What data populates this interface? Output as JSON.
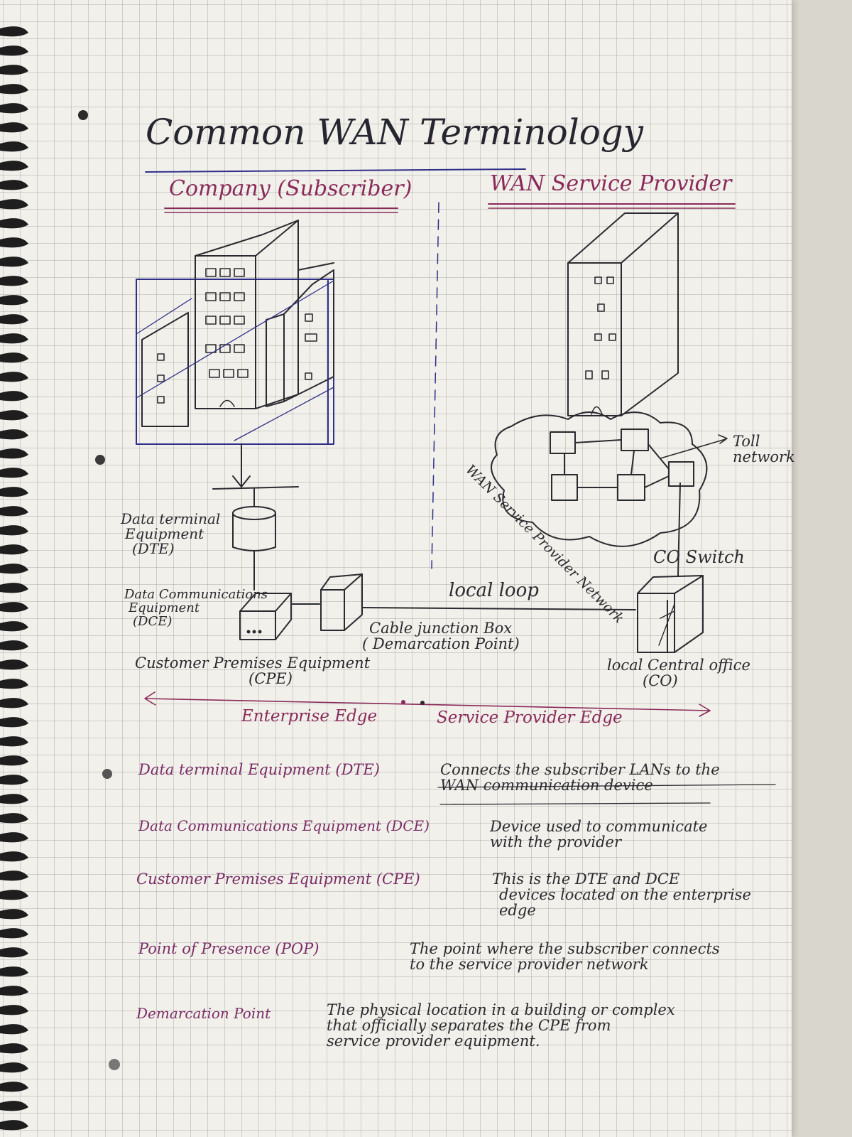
{
  "title": "Common WAN Terminology",
  "columns": {
    "left": "Company (Subscriber)",
    "right": "WAN Service Provider"
  },
  "labels": {
    "dte": [
      "Data terminal",
      "Equipment",
      "(DTE)"
    ],
    "dce": [
      "Data Communications",
      "Equipment",
      "(DCE)"
    ],
    "cpe": [
      "Customer Premises Equipment",
      "(CPE)"
    ],
    "cable_box": [
      "Cable junction Box",
      "( Demarcation Point)"
    ],
    "local_loop": "local loop",
    "co": [
      "local Central office",
      "(CO)"
    ],
    "co_switch": "CO Switch",
    "toll": [
      "Toll",
      "network"
    ],
    "cloud": "WAN Service Provider Network",
    "enterprise_edge": "Enterprise Edge",
    "provider_edge": "Service Provider Edge"
  },
  "definitions": [
    {
      "term": "Data terminal Equipment (DTE)",
      "text": [
        "Connects the subscriber LANs to the",
        "WAN communication device"
      ]
    },
    {
      "term": "Data Communications Equipment (DCE)",
      "text": [
        "Device used to communicate",
        "with the provider"
      ]
    },
    {
      "term": "Customer Premises Equipment (CPE)",
      "text": [
        "This is the DTE and DCE",
        "devices located on the enterprise",
        "edge"
      ]
    },
    {
      "term": "Point of Presence (POP)",
      "text": [
        "The point where the subscriber connects",
        "to the service provider network"
      ]
    },
    {
      "term": "Demarcation Point",
      "text": [
        "The physical location in a building or complex",
        "that officially separates the CPE from",
        "service provider equipment."
      ]
    }
  ],
  "colors": {
    "ink_blue": "#2f2f8a",
    "ink_red": "#8a2a5a",
    "ink_black": "#2a2a30",
    "paper": "#f1f0ea"
  }
}
